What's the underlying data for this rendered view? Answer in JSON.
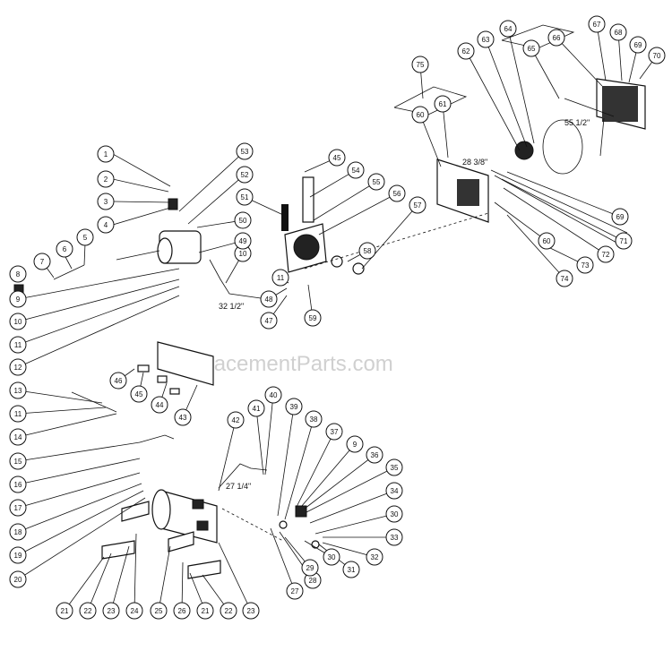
{
  "watermark": "eReplacementParts.com",
  "dimensions": {
    "belt_length": "55 1/2\"",
    "tube_length_top": "28 3/8\"",
    "tube_length_mid": "32 1/2\"",
    "tube_length_bottom": "27 1/4\""
  },
  "callouts": [
    "1",
    "2",
    "3",
    "4",
    "5",
    "6",
    "7",
    "8",
    "9",
    "10",
    "11",
    "12",
    "13",
    "11",
    "14",
    "15",
    "16",
    "17",
    "18",
    "19",
    "20",
    "21",
    "22",
    "23",
    "24",
    "25",
    "26",
    "21",
    "22",
    "23",
    "27",
    "28",
    "29",
    "30",
    "31",
    "32",
    "33",
    "30",
    "34",
    "35",
    "36",
    "9",
    "37",
    "38",
    "39",
    "40",
    "41",
    "42",
    "43",
    "44",
    "45",
    "46",
    "47",
    "48",
    "11",
    "10",
    "49",
    "50",
    "51",
    "52",
    "53",
    "45",
    "54",
    "55",
    "56",
    "57",
    "58",
    "59",
    "75",
    "60",
    "61",
    "62",
    "63",
    "64",
    "65",
    "66",
    "67",
    "68",
    "69",
    "70",
    "69",
    "71",
    "72",
    "73",
    "74",
    "60",
    "46",
    "67"
  ]
}
